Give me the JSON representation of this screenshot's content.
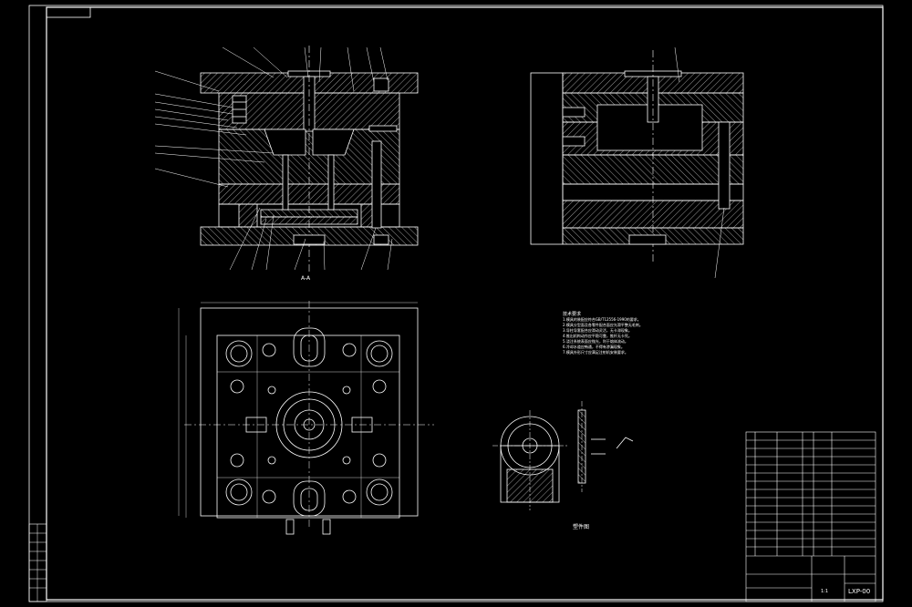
{
  "drawing": {
    "drawing_number": "LXP-00",
    "scale_label": "1:1",
    "view_label_section": "A-A",
    "view_label_part": "塑件图",
    "tech_notes_title": "技术要求",
    "tech_notes": [
      "1.模具的装配应符合GB/T12556-1990的要求。",
      "2.模具分型面及各零件配合面应光滑平整无毛刺。",
      "3.导柱导套配合应滑动灵活，无卡滞现象。",
      "4.推出机构动作应平稳可靠，推杆无卡死。",
      "5.浇注系统表面应抛光，利于熔体流动。",
      "6.冷却水道应畅通，不得有渗漏现象。",
      "7.模具外形尺寸应满足注射机安装要求。"
    ],
    "colors": {
      "background": "#000000",
      "lines": "#ffffff",
      "hatch": "#ffffff"
    }
  }
}
